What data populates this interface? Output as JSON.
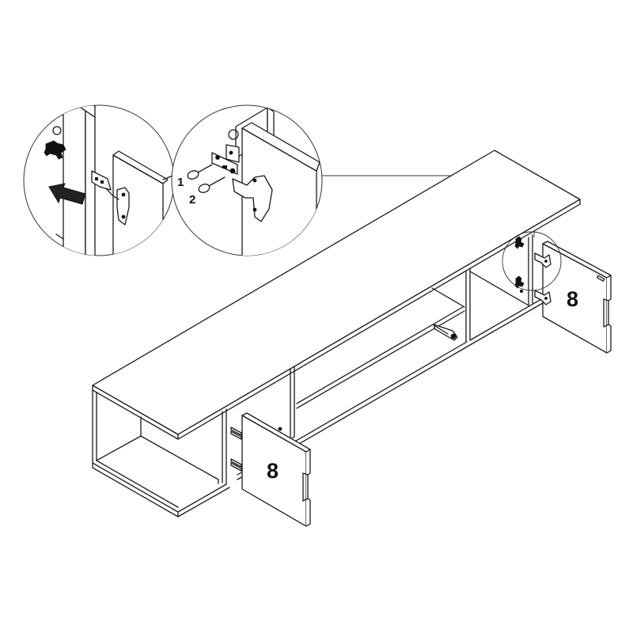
{
  "diagram": {
    "type": "furniture-assembly-instruction",
    "subject": "TV stand / low cabinet with two hinged doors",
    "colors": {
      "line": "#1a1a1a",
      "background": "#ffffff"
    },
    "callouts": [
      {
        "id": "detail-left",
        "description": "Hinge base plate clipped onto side panel, arrow shows push direction"
      },
      {
        "id": "detail-middle",
        "description": "Hinge adjustment screws",
        "labels": [
          "1",
          "2"
        ]
      },
      {
        "id": "detail-small",
        "description": "Hinge mounting location on right door"
      }
    ],
    "parts": [
      {
        "id": "door-left",
        "label": "8"
      },
      {
        "id": "door-right",
        "label": "8"
      }
    ],
    "screw_labels": {
      "first": "1",
      "second": "2"
    }
  }
}
